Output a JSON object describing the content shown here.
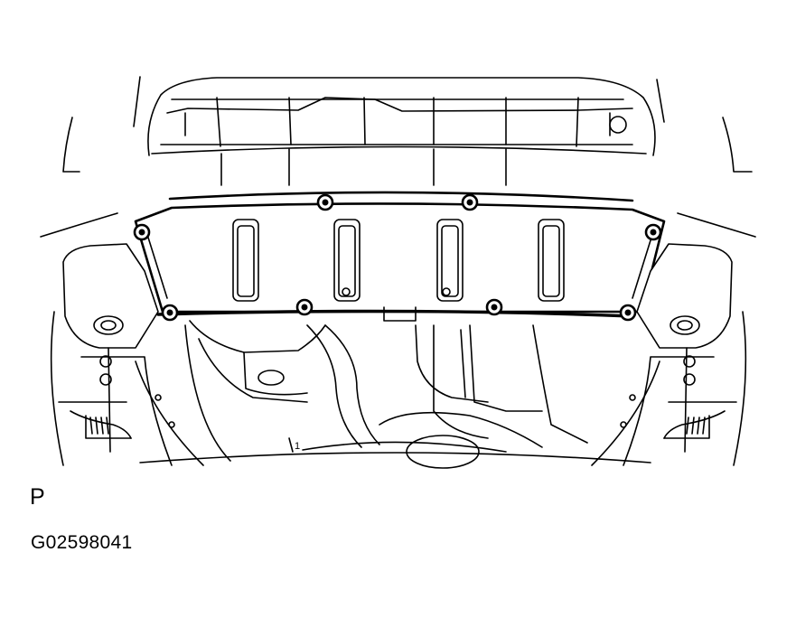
{
  "figure": {
    "view_code": "P",
    "figure_id": "G02598041",
    "callouts": [
      {
        "label": "1"
      }
    ]
  },
  "colors": {
    "ink": "#000000",
    "paper": "#ffffff"
  }
}
